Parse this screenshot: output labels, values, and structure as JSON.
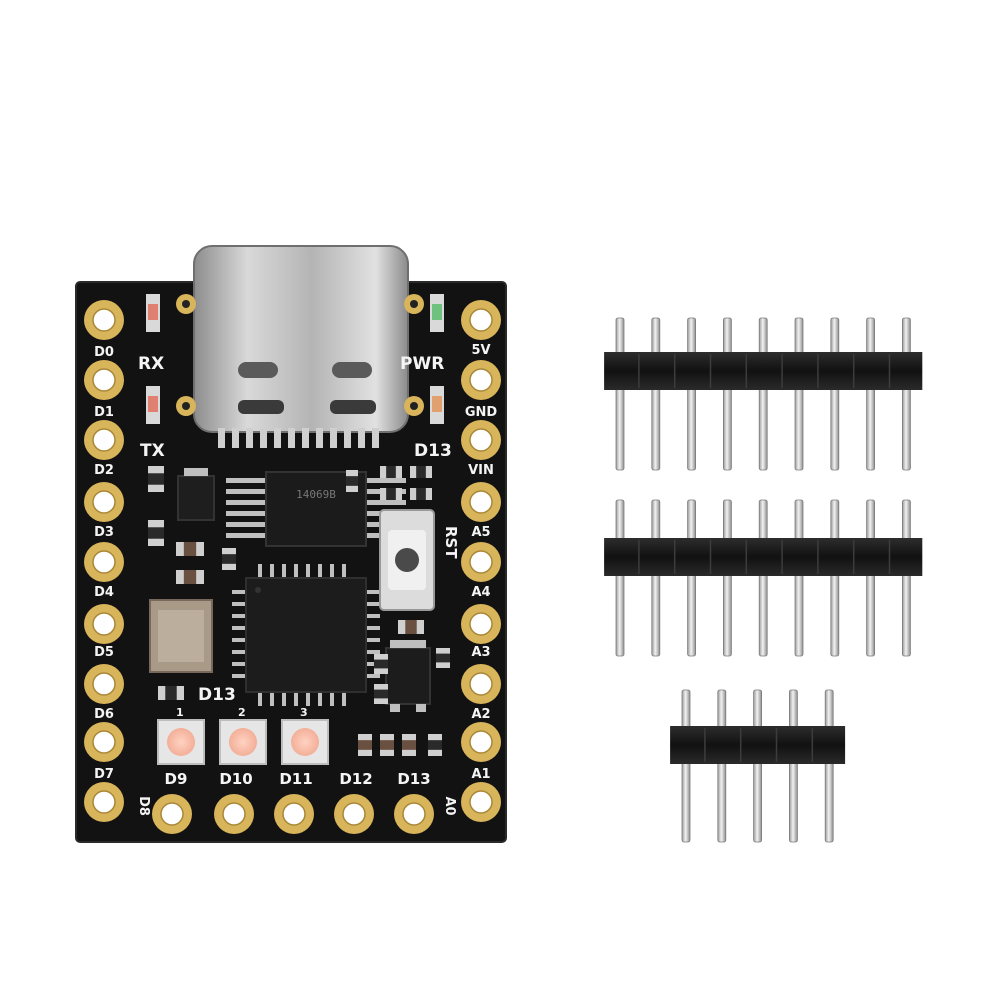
{
  "board": {
    "top_labels": {
      "rx": "RX",
      "tx": "TX",
      "pwr": "PWR",
      "d13_top": "D13",
      "rst": "RST"
    },
    "left_pins": [
      "D0",
      "D1",
      "D2",
      "D3",
      "D4",
      "D5",
      "D6",
      "D7",
      "D8"
    ],
    "right_pins": [
      "5V",
      "GND",
      "VIN",
      "A5",
      "A4",
      "A3",
      "A2",
      "A1",
      "A0"
    ],
    "bottom_pins": [
      "D9",
      "D10",
      "D11",
      "D12",
      "D13"
    ],
    "led_label": "D13",
    "led_numbers": [
      "1",
      "2",
      "3"
    ],
    "chip_marking": "14069B"
  },
  "headers": [
    {
      "pin_count": 9
    },
    {
      "pin_count": 9
    },
    {
      "pin_count": 5
    }
  ],
  "colors": {
    "pcb": "#121212",
    "gold": "#d8b45a",
    "usb_metal": "#b9b9b9",
    "header_plastic": "#1a1a1a",
    "pin_metal": "#c8c8c8"
  }
}
